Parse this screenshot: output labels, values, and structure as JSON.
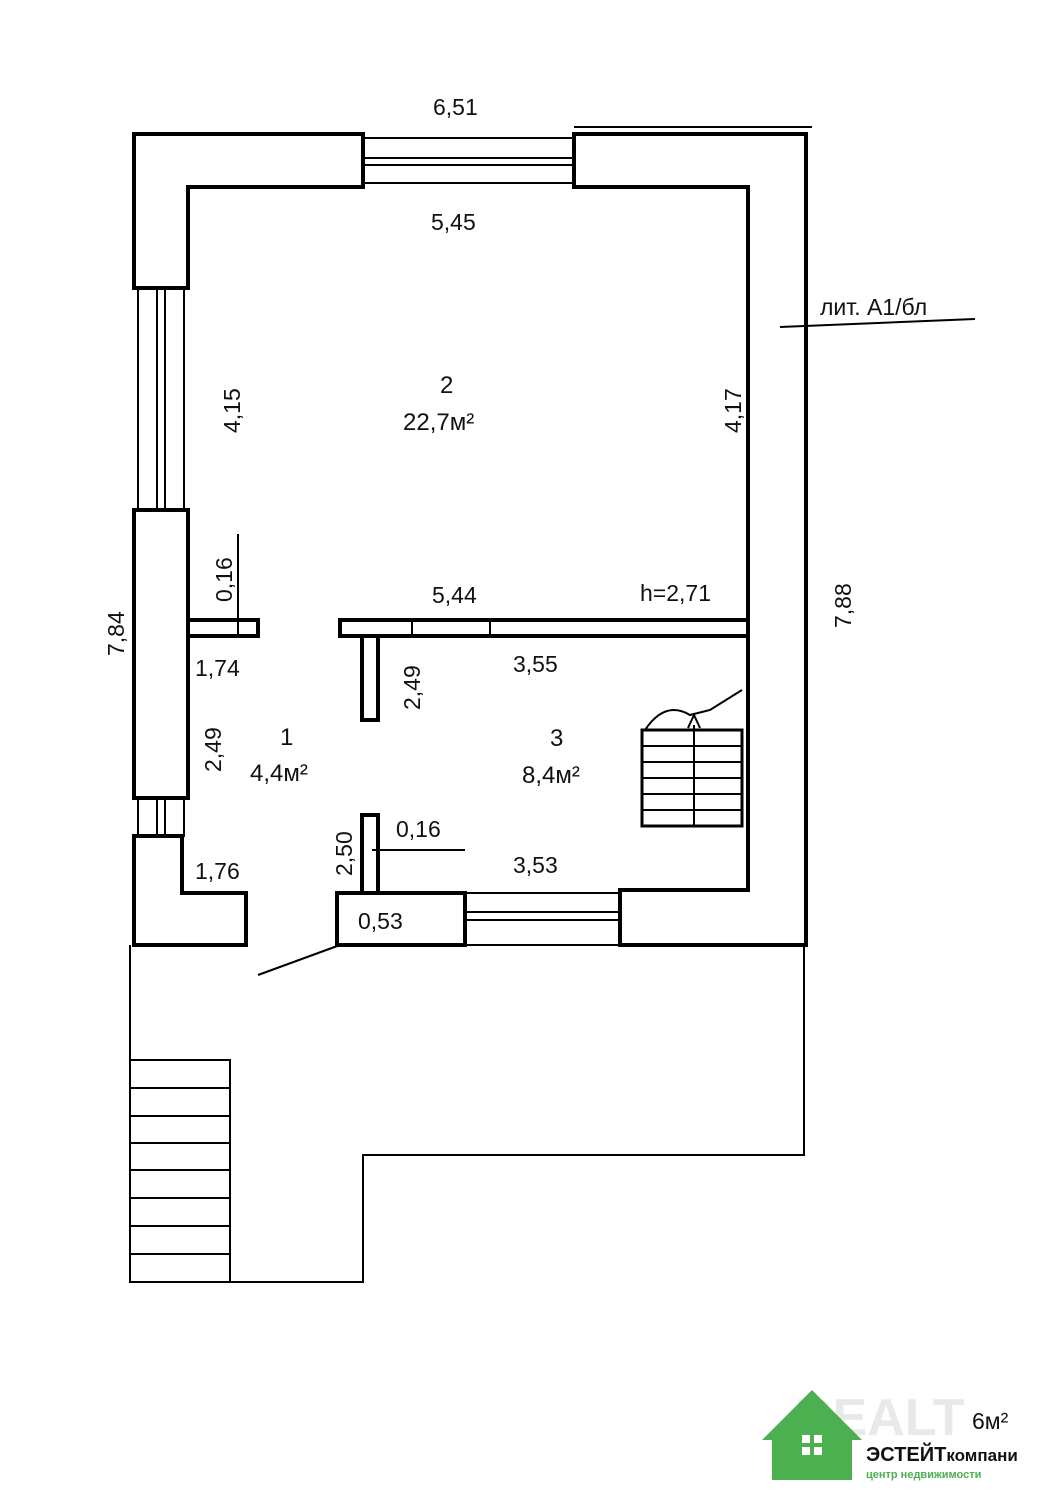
{
  "plan": {
    "overall_width_top": "6,51",
    "inner_width_top": "5,45",
    "left_total": "7,84",
    "right_total": "7,88",
    "litera": "лит. А1/бл",
    "room2": {
      "number": "2",
      "area": "22,7м²"
    },
    "room2_left": "4,15",
    "room2_right": "4,17",
    "wall_thickness_left": "0,16",
    "partition_width": "5,44",
    "ceiling_height": "h=2,71",
    "room1": {
      "number": "1",
      "area": "4,4м²"
    },
    "room1_top_width": "1,74",
    "room1_left_height": "2,49",
    "room1_bottom_width": "1,76",
    "partition_height": "2,49",
    "room3": {
      "number": "3",
      "area": "8,4м²"
    },
    "room3_top_width": "3,55",
    "room3_bottom_width": "3,53",
    "door_wall_height": "2,50",
    "door_wall_thickness": "0,16",
    "vestibule_width": "0,53",
    "bottom_total_fragment": "6м²"
  },
  "watermark": {
    "brand": "ЭСТЕЙТ",
    "brand_suffix": "компани",
    "tagline": "центр недвижимости",
    "logo_letters": "REALT",
    "colors": {
      "green": "#4caf50",
      "light": "#e6e6e6"
    }
  }
}
